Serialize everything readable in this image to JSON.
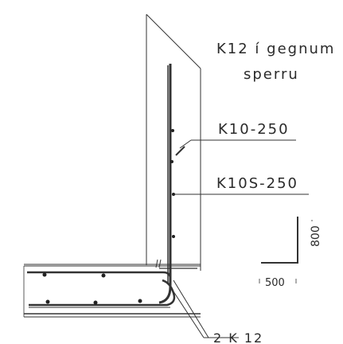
{
  "labels": {
    "k12_line1": "K12 í gegnum",
    "k12_line2": "sperru",
    "k10": "K10-250",
    "k10s": "K10S-250",
    "bottom_bar": "2 K 12",
    "dim_800": "800",
    "dim_500": "500"
  }
}
